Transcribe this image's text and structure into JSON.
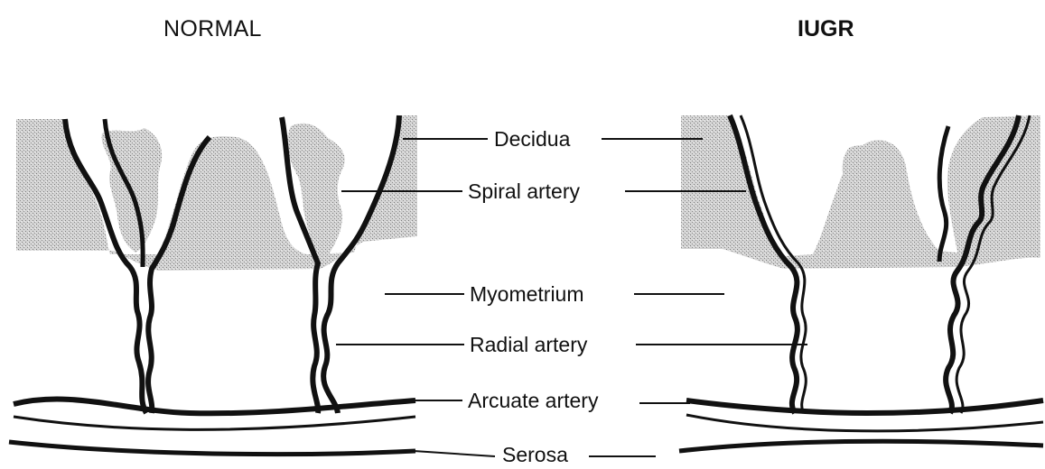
{
  "panels": {
    "normal_title": "NORMAL",
    "iugr_title": "IUGR"
  },
  "labels": {
    "decidua": "Decidua",
    "spiral_artery": "Spiral artery",
    "myometrium": "Myometrium",
    "radial_artery": "Radial artery",
    "arcuate_artery": "Arcuate artery",
    "serosa": "Serosa"
  },
  "colors": {
    "ink": "#111111",
    "decidua_shade": "#c8c8c8"
  }
}
